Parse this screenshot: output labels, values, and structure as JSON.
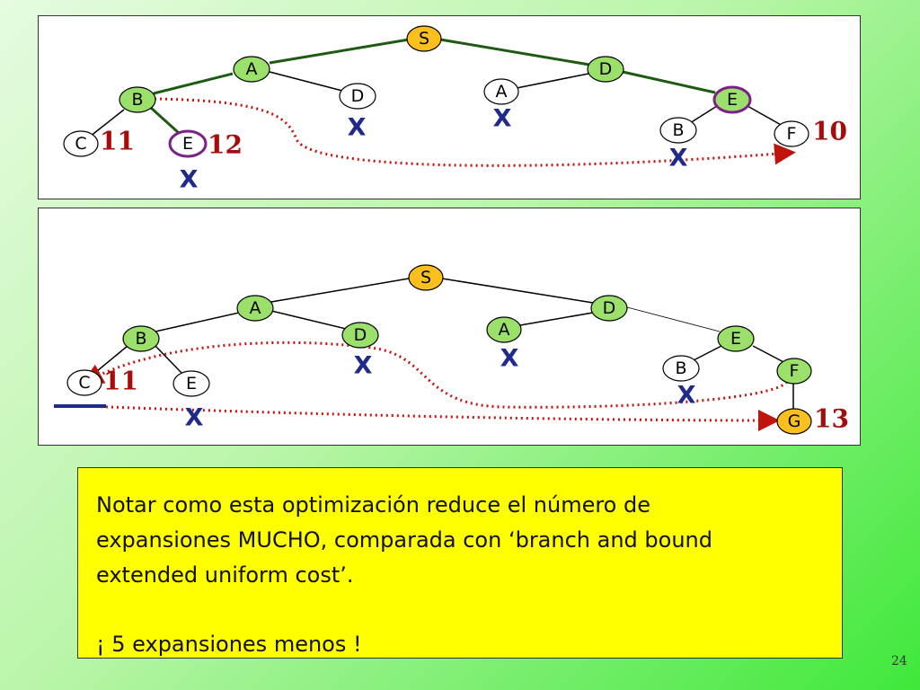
{
  "top_tree": {
    "nodes": {
      "S": "S",
      "A": "A",
      "D": "D",
      "B": "B",
      "D2": "D",
      "A2": "A",
      "E": "E",
      "C": "C",
      "E2": "E",
      "B2": "B",
      "F": "F"
    },
    "costs": {
      "C": "11",
      "E2": "12",
      "F": "10"
    },
    "pruned_mark": "X"
  },
  "bottom_tree": {
    "nodes": {
      "S": "S",
      "A": "A",
      "D": "D",
      "B": "B",
      "D2": "D",
      "A2": "A",
      "E": "E",
      "C": "C",
      "E2": "E",
      "B2": "B",
      "F": "F",
      "G": "G"
    },
    "costs": {
      "C": "11",
      "G": "13"
    },
    "pruned_mark": "X"
  },
  "colors": {
    "node_default": "#ffffff",
    "node_goal": "#fbbf1e",
    "node_selected": "#9be06a",
    "node_highlight_border": "#7c1f8a",
    "edge_path": "#1f5a13",
    "edge_default": "#000000",
    "dotted_arrow": "#c0140e",
    "cross": "#1f2a8a",
    "cost": "#a50d0d"
  },
  "note": {
    "line1": "Notar como esta optimización reduce el número de",
    "line2": "expansiones MUCHO, comparada con ‘branch  and bound",
    "line3": "extended uniform cost’.",
    "line4": "¡ 5 expansiones menos !"
  },
  "page_number": "24"
}
